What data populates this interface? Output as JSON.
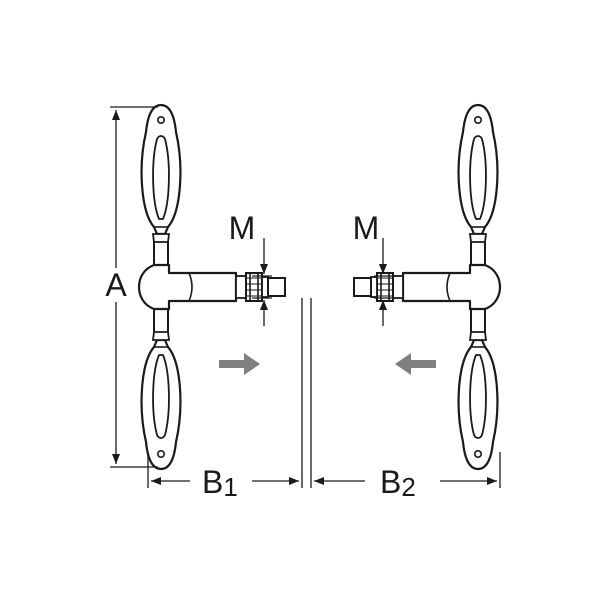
{
  "labels": {
    "height": "A",
    "thread_left": "M",
    "thread_right": "M",
    "length_left_main": "B",
    "length_left_sub": "1",
    "length_right_main": "B",
    "length_right_sub": "2"
  },
  "colors": {
    "line": "#1a1a1a",
    "arrow": "#808080",
    "background": "#ffffff"
  },
  "icons": {
    "tool": "t-handle-tap-wrench",
    "motion": "grey-direction-arrow"
  }
}
